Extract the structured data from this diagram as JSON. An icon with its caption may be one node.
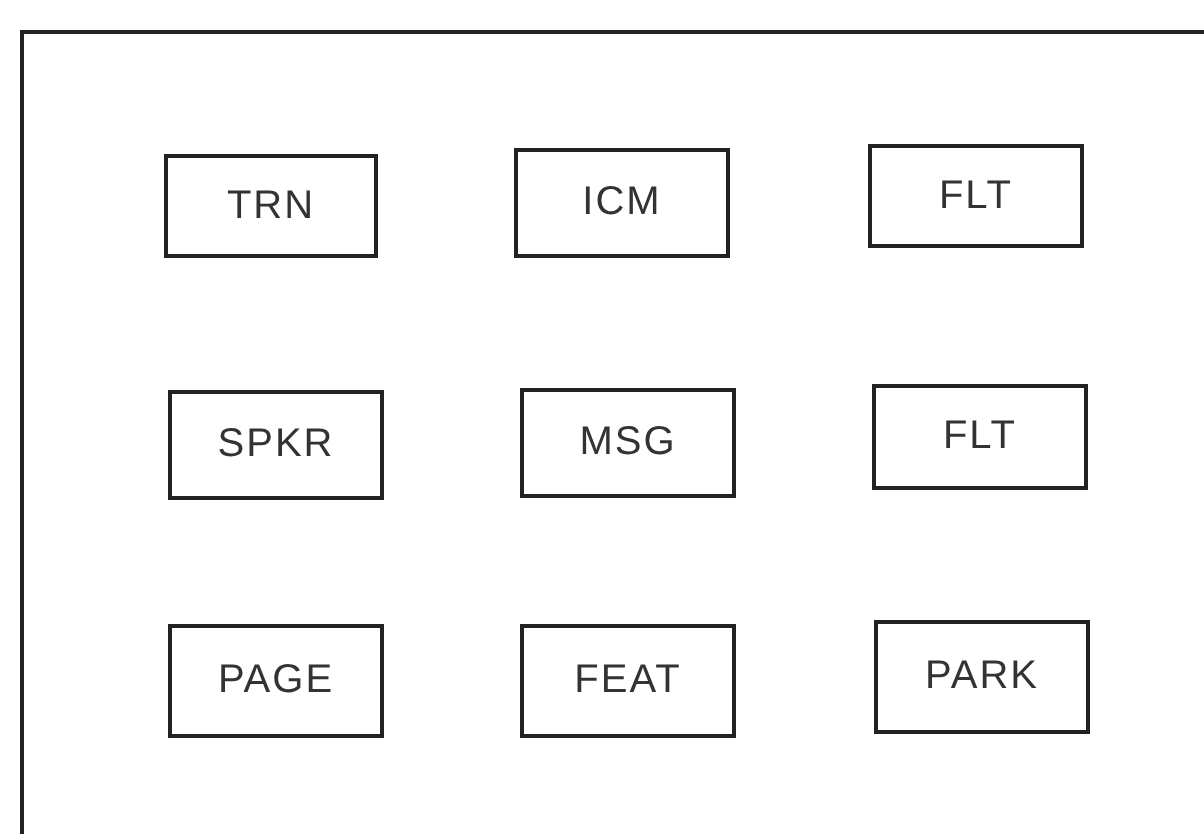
{
  "diagram": {
    "nodes": [
      {
        "text": [],
        "shape": "box"
      },
      {
        "text": [
          "TRN"
        ],
        "in": 0
      },
      {
        "text": [
          "ICM"
        ],
        "in": 0
      },
      {
        "text": [
          "FLT"
        ],
        "in": 0
      },
      {
        "text": [
          "SPKR"
        ],
        "in": 0
      },
      {
        "text": [
          "MSG"
        ],
        "in": 0
      },
      {
        "text": [
          "FLT"
        ],
        "in": 0
      },
      {
        "text": [
          "PAGE"
        ],
        "in": 0
      },
      {
        "text": [
          "FEAT"
        ],
        "in": 0
      },
      {
        "text": [
          "PARK"
        ],
        "in": 0
      }
    ]
  }
}
